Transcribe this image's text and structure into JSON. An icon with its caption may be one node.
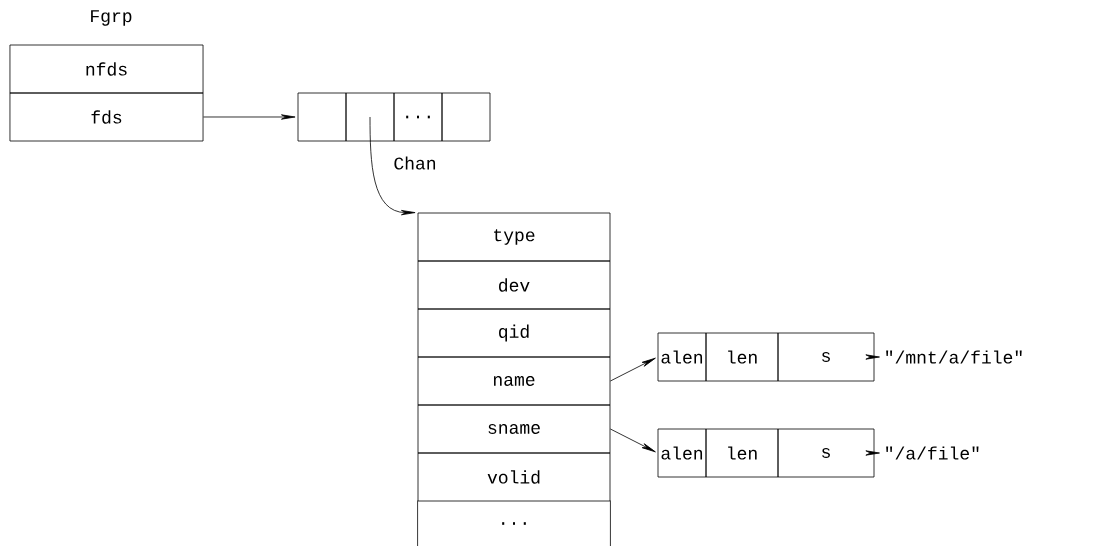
{
  "diagram": {
    "nodes": [
      {
        "text": [
          "Fgrp"
        ]
      },
      {
        "text": [
          "nfds"
        ]
      },
      {
        "text": [
          "fds"
        ]
      },
      {
        "text": [],
        "shape": "box"
      },
      {
        "text": [],
        "shape": "box"
      },
      {
        "text": [
          "..."
        ]
      },
      {
        "text": [],
        "shape": "box"
      },
      {
        "text": [
          "Chan"
        ]
      },
      {
        "text": [
          "type"
        ]
      },
      {
        "text": [
          "dev"
        ]
      },
      {
        "text": [
          "qid"
        ]
      },
      {
        "text": [
          "name"
        ]
      },
      {
        "text": [
          "sname"
        ]
      },
      {
        "text": [
          "volid"
        ]
      },
      {
        "text": [
          "..."
        ]
      },
      {
        "text": [
          "alen"
        ]
      },
      {
        "text": [
          "len"
        ]
      },
      {
        "text": [
          "s"
        ]
      },
      {
        "text": [
          "\"/mnt/a/file\""
        ]
      },
      {
        "text": [
          "alen"
        ]
      },
      {
        "text": [
          "len"
        ]
      },
      {
        "text": [
          "s"
        ]
      },
      {
        "text": [
          "\"/a/file\""
        ]
      }
    ],
    "edges": [
      {
        "from": 2,
        "to": 3,
        "arrow": "to"
      },
      {
        "from": 4,
        "to": 8,
        "arrow": "to"
      },
      {
        "from": 11,
        "to": 15,
        "arrow": "to"
      },
      {
        "from": 12,
        "to": 19,
        "arrow": "to"
      },
      {
        "from": 17,
        "to": 18,
        "arrow": "to"
      },
      {
        "from": 21,
        "to": 22,
        "arrow": "to"
      }
    ]
  }
}
